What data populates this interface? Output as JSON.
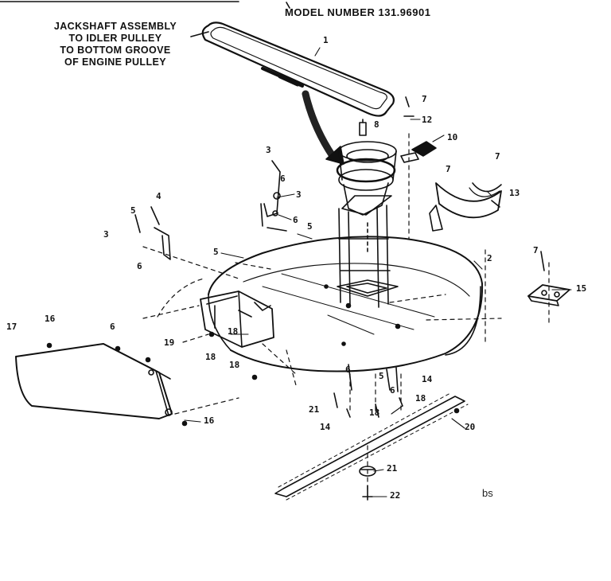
{
  "header": {
    "model_label": "MODEL NUMBER 131.96901"
  },
  "note": {
    "lines": [
      "JACKSHAFT ASSEMBLY",
      "TO IDLER PULLEY",
      "TO BOTTOM GROOVE",
      "OF ENGINE PULLEY"
    ]
  },
  "callouts": {
    "c1": "1",
    "c2": "2",
    "c3": "3",
    "c4": "4",
    "c5": "5",
    "c6": "6",
    "c7": "7",
    "c8": "8",
    "c10": "10",
    "c12": "12",
    "c13": "13",
    "c14": "14",
    "c15": "15",
    "c16": "16",
    "c17": "17",
    "c18": "18",
    "c19": "19",
    "c20": "20",
    "c21": "21",
    "c22": "22"
  },
  "footer": {
    "code": "bs"
  }
}
